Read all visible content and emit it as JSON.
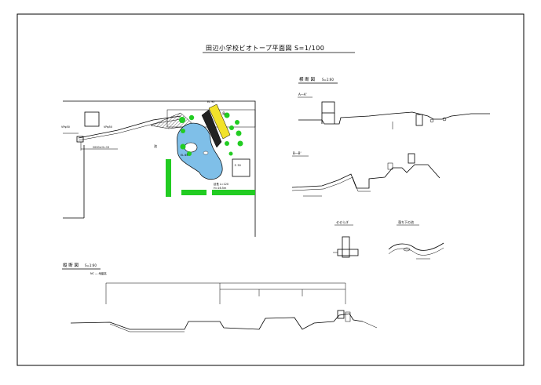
{
  "title": "田辺小学校ビオトープ平面図  S=1/100",
  "cross_section": {
    "heading": "横 断 図",
    "scale": "S=1:60",
    "sec_a": "A―A'",
    "sec_b": "B―B'"
  },
  "longitudinal": {
    "heading": "縦 断 図",
    "scale": "S=1:60",
    "note": "NC ― 地盤高"
  },
  "details": {
    "left": "せせらぎ",
    "right": "落ち下の池"
  },
  "plan": {
    "labels": {
      "pond": "池",
      "island": "島",
      "note1": "VPφ50",
      "note2": "VPφ50",
      "note3": "2000×H=15",
      "note4": "延長 L=120",
      "note5": "H=16.5m",
      "note6": "EL 90",
      "note7": "Ｓ 50",
      "note8": "EL 85"
    }
  },
  "colors": {
    "pond": "#7fbfe8",
    "green": "#22cc22",
    "yellow": "#f2e22a",
    "line": "#000000"
  }
}
